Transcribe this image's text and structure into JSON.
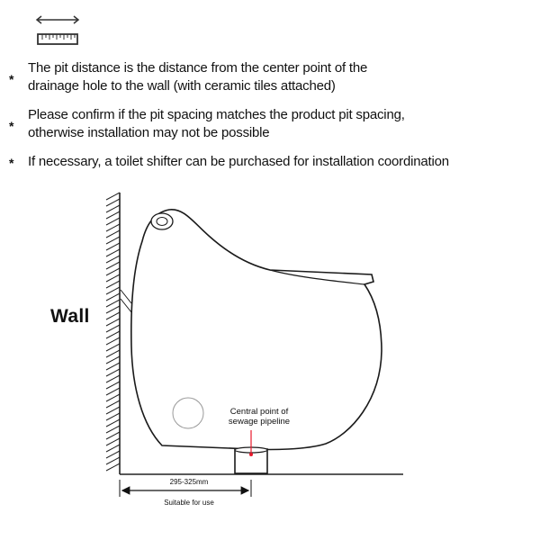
{
  "icons": {
    "header": "ruler-icon"
  },
  "notes": [
    {
      "bullet": "*",
      "lines": [
        "The pit distance is the distance from the center point of the",
        "drainage hole to the wall (with ceramic tiles attached)"
      ]
    },
    {
      "bullet": "*",
      "lines": [
        "Please confirm if the pit spacing matches the product pit spacing,",
        "otherwise installation may not be possible"
      ]
    },
    {
      "bullet": "*",
      "lines": [
        "If necessary, a toilet shifter can be purchased for installation coordination"
      ]
    }
  ],
  "diagram": {
    "wall_label": "Wall",
    "callout": [
      "Central point of",
      "sewage pipeline"
    ],
    "dimension": "295-325mm",
    "suitable_label": "Suitable for use",
    "colors": {
      "callout_line": "#e8192c",
      "outline": "#1a1a1a"
    }
  }
}
